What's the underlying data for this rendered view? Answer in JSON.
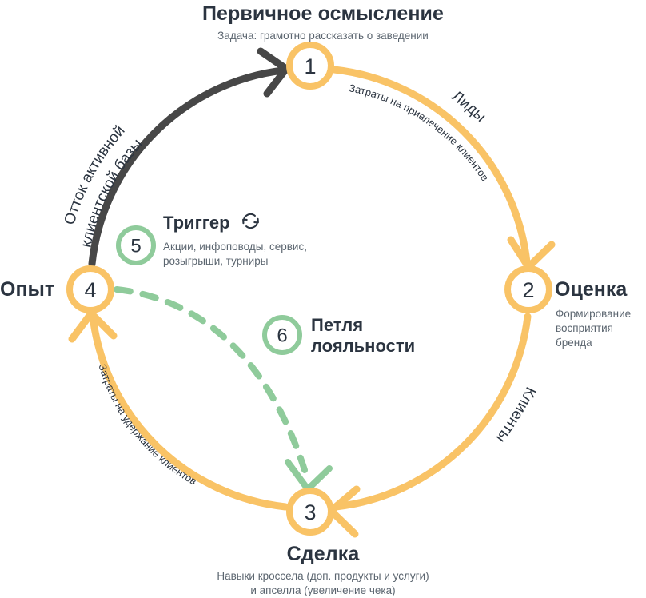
{
  "diagram": {
    "title_top": "Первичное осмысление",
    "subtitle_top": "Задача: грамотно рассказать о заведении",
    "colors": {
      "orange": "#F9C366",
      "dark": "#474747",
      "green": "#8FCB9B",
      "text": "#2B3440",
      "muted": "#5C6670"
    }
  },
  "nodes": [
    {
      "num": "1",
      "label": "Первичное осмысление",
      "sub": "Задача: грамотно рассказать о заведении"
    },
    {
      "num": "2",
      "label": "Оценка",
      "sub": "Формирование\nвосприятия\nбренда",
      "sub_lines": [
        "Формирование",
        "восприятия",
        "бренда"
      ]
    },
    {
      "num": "3",
      "label": "Сделка",
      "sub_lines": [
        "Навыки кроссела (доп. продукты и услуги)",
        "и апселла (увеличение чека)"
      ]
    },
    {
      "num": "4",
      "label": "Опыт",
      "sub": ""
    }
  ],
  "edges": [
    {
      "from": "1",
      "to": "2",
      "inner_label": "Затраты на привлечение клиентов",
      "outer_label": "Лиды",
      "color": "#F9C366"
    },
    {
      "from": "2",
      "to": "3",
      "outer_label": "Клиенты",
      "color": "#F9C366"
    },
    {
      "from": "3",
      "to": "4",
      "inner_label": "Затраты на удержание клиентов",
      "color": "#F9C366"
    },
    {
      "from": "4",
      "to": "1",
      "outer_label_lines": [
        "Отток активной",
        "клиентской базы"
      ],
      "color": "#474747"
    },
    {
      "from": "4",
      "to": "3",
      "style": "dashed",
      "color": "#8FCB9B"
    }
  ],
  "callouts": [
    {
      "badge": "5",
      "title": "Триггер",
      "icon": "refresh-icon",
      "sub_lines": [
        "Акции, инфоповоды, сервис,",
        "розыгрыши, турниры"
      ]
    },
    {
      "badge": "6",
      "title_lines": [
        "Петля",
        "лояльности"
      ],
      "sub_lines": []
    }
  ],
  "curved_labels": {
    "leads_inner": "Затраты на привлечение клиентов",
    "leads_outer": "Лиды",
    "clients_outer": "Клиенты",
    "retention_inner": "Затраты на удержание клиентов",
    "churn_line1": "Отток активной",
    "churn_line2": "клиентской базы"
  }
}
